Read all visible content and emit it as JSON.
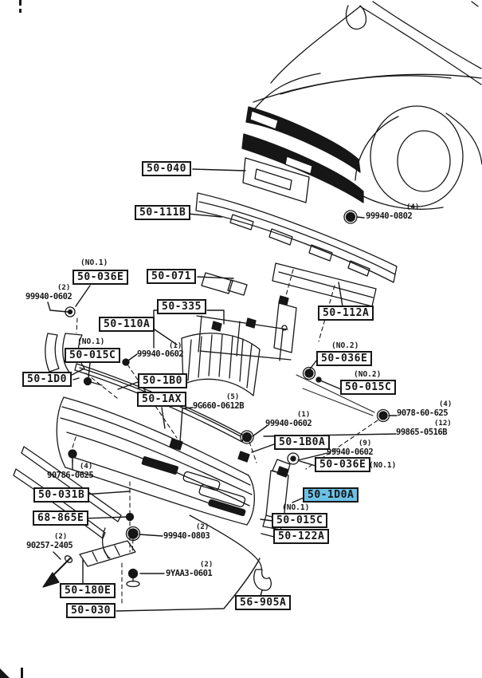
{
  "page": {
    "background": "#ffffff",
    "ink": "#161616",
    "highlight_color": "#6bc0e6",
    "selected_part": "50-1D0A"
  },
  "part_labels": [
    {
      "text": "50-040"
    },
    {
      "text": "50-111B"
    },
    {
      "text": "50-036E",
      "note": "(NO.1)"
    },
    {
      "text": "50-071"
    },
    {
      "text": "50-335"
    },
    {
      "text": "50-110A"
    },
    {
      "text": "50-015C",
      "note": "(NO.1)"
    },
    {
      "text": "50-1D0"
    },
    {
      "text": "50-1B0"
    },
    {
      "text": "50-1AX"
    },
    {
      "text": "50-112A"
    },
    {
      "text": "50-036E",
      "note": "(NO.2)"
    },
    {
      "text": "50-015C",
      "note": "(NO.2)"
    },
    {
      "text": "50-1B0A"
    },
    {
      "text": "50-036E",
      "note": "(NO.1)"
    },
    {
      "text": "50-1D0A",
      "highlighted": true
    },
    {
      "text": "50-015C",
      "note": "(NO.1)"
    },
    {
      "text": "50-122A"
    },
    {
      "text": "50-031B"
    },
    {
      "text": "68-865E"
    },
    {
      "text": "50-180E"
    },
    {
      "text": "50-030"
    },
    {
      "text": "56-905A"
    }
  ],
  "hardware_labels": [
    {
      "text": "99940-0802",
      "qty": "(4)"
    },
    {
      "text": "99940-0602",
      "qty": "(2)"
    },
    {
      "text": "99940-0602",
      "qty": "(1)"
    },
    {
      "text": "9G660-0612B",
      "qty": "(5)"
    },
    {
      "text": "99940-0602",
      "qty": "(1)"
    },
    {
      "text": "9078-60-625",
      "qty": "(4)"
    },
    {
      "text": "99865-0516B",
      "qty": "(12)"
    },
    {
      "text": "99940-0602",
      "qty": "(9)"
    },
    {
      "text": "90786-0625",
      "qty": "(4)"
    },
    {
      "text": "90257-2405",
      "qty": "(2)"
    },
    {
      "text": "99940-0803",
      "qty": "(2)"
    },
    {
      "text": "9YAA3-0601",
      "qty": "(2)"
    }
  ]
}
